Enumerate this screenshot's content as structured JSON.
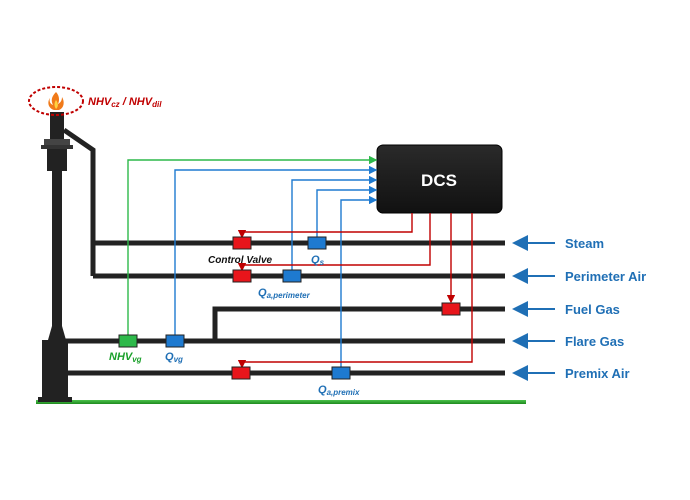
{
  "flare_label": {
    "main": "NHV",
    "sub1": "cz",
    "sep": " / NHV",
    "sub2": "dil"
  },
  "dcs_label": "DCS",
  "streams": [
    {
      "id": "steam",
      "label": "Steam"
    },
    {
      "id": "perimeter-air",
      "label": "Perimeter Air"
    },
    {
      "id": "fuel-gas",
      "label": "Fuel Gas"
    },
    {
      "id": "flare-gas",
      "label": "Flare Gas"
    },
    {
      "id": "premix-air",
      "label": "Premix Air"
    }
  ],
  "labels": {
    "control_valve": "Control Valve",
    "qs": {
      "main": "Q",
      "sub": "s"
    },
    "qa_perimeter": {
      "main": "Q",
      "sub": "a,perimeter"
    },
    "nhv_vg": {
      "main": "NHV",
      "sub": "vg"
    },
    "q_vg": {
      "main": "Q",
      "sub": "vg"
    },
    "qa_premix": {
      "main": "Q",
      "sub": "a,premix"
    }
  },
  "colors": {
    "pipe": "#222222",
    "control_valve": "#e8151b",
    "flow_meter": "#1e7ad0",
    "nhv_meter": "#2db94a",
    "signal_green": "#2db94a",
    "signal_blue": "#1e7ad0",
    "signal_red": "#c00000",
    "dcs_box": "#1a1a1a",
    "ground": "#2ca02c",
    "stream_arrow": "#1f6fb5",
    "flame_ring": "#c00000"
  },
  "icons": {
    "flame": "flame-icon"
  }
}
